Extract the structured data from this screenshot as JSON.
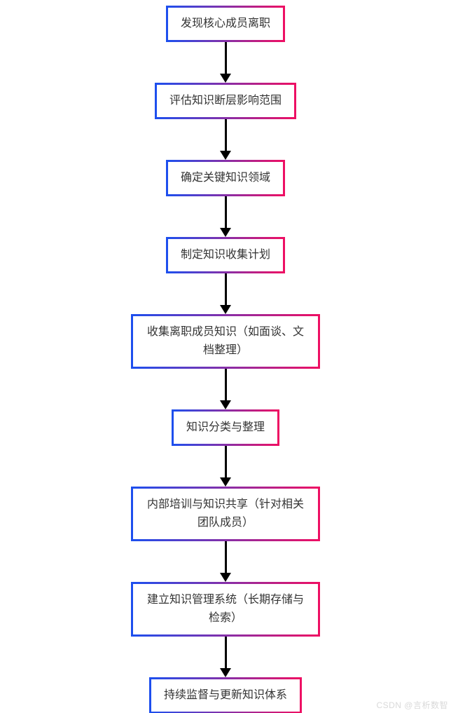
{
  "theme": {
    "gradient_from": "#1d4fee",
    "gradient_to": "#ee0f63",
    "arrow_color": "#000000",
    "text_color": "#333333",
    "node_background": "#ffffff",
    "page_background": "#ffffff",
    "watermark_color": "#d9d9d9"
  },
  "flowchart": {
    "type": "vertical-flowchart",
    "direction": "top-down",
    "nodes": [
      {
        "id": 1,
        "label": "发现核心成员离职"
      },
      {
        "id": 2,
        "label": "评估知识断层影响范围"
      },
      {
        "id": 3,
        "label": "确定关键知识领域"
      },
      {
        "id": 4,
        "label": "制定知识收集计划"
      },
      {
        "id": 5,
        "label": "收集离职成员知识（如面谈、文档整理）"
      },
      {
        "id": 6,
        "label": "知识分类与整理"
      },
      {
        "id": 7,
        "label": "内部培训与知识共享（针对相关团队成员）"
      },
      {
        "id": 8,
        "label": "建立知识管理系统（长期存储与检索）"
      },
      {
        "id": 9,
        "label": "持续监督与更新知识体系"
      }
    ],
    "connections": "each node connects to the next with a downward arrow"
  },
  "watermark": {
    "text": "CSDN @言析数智"
  }
}
